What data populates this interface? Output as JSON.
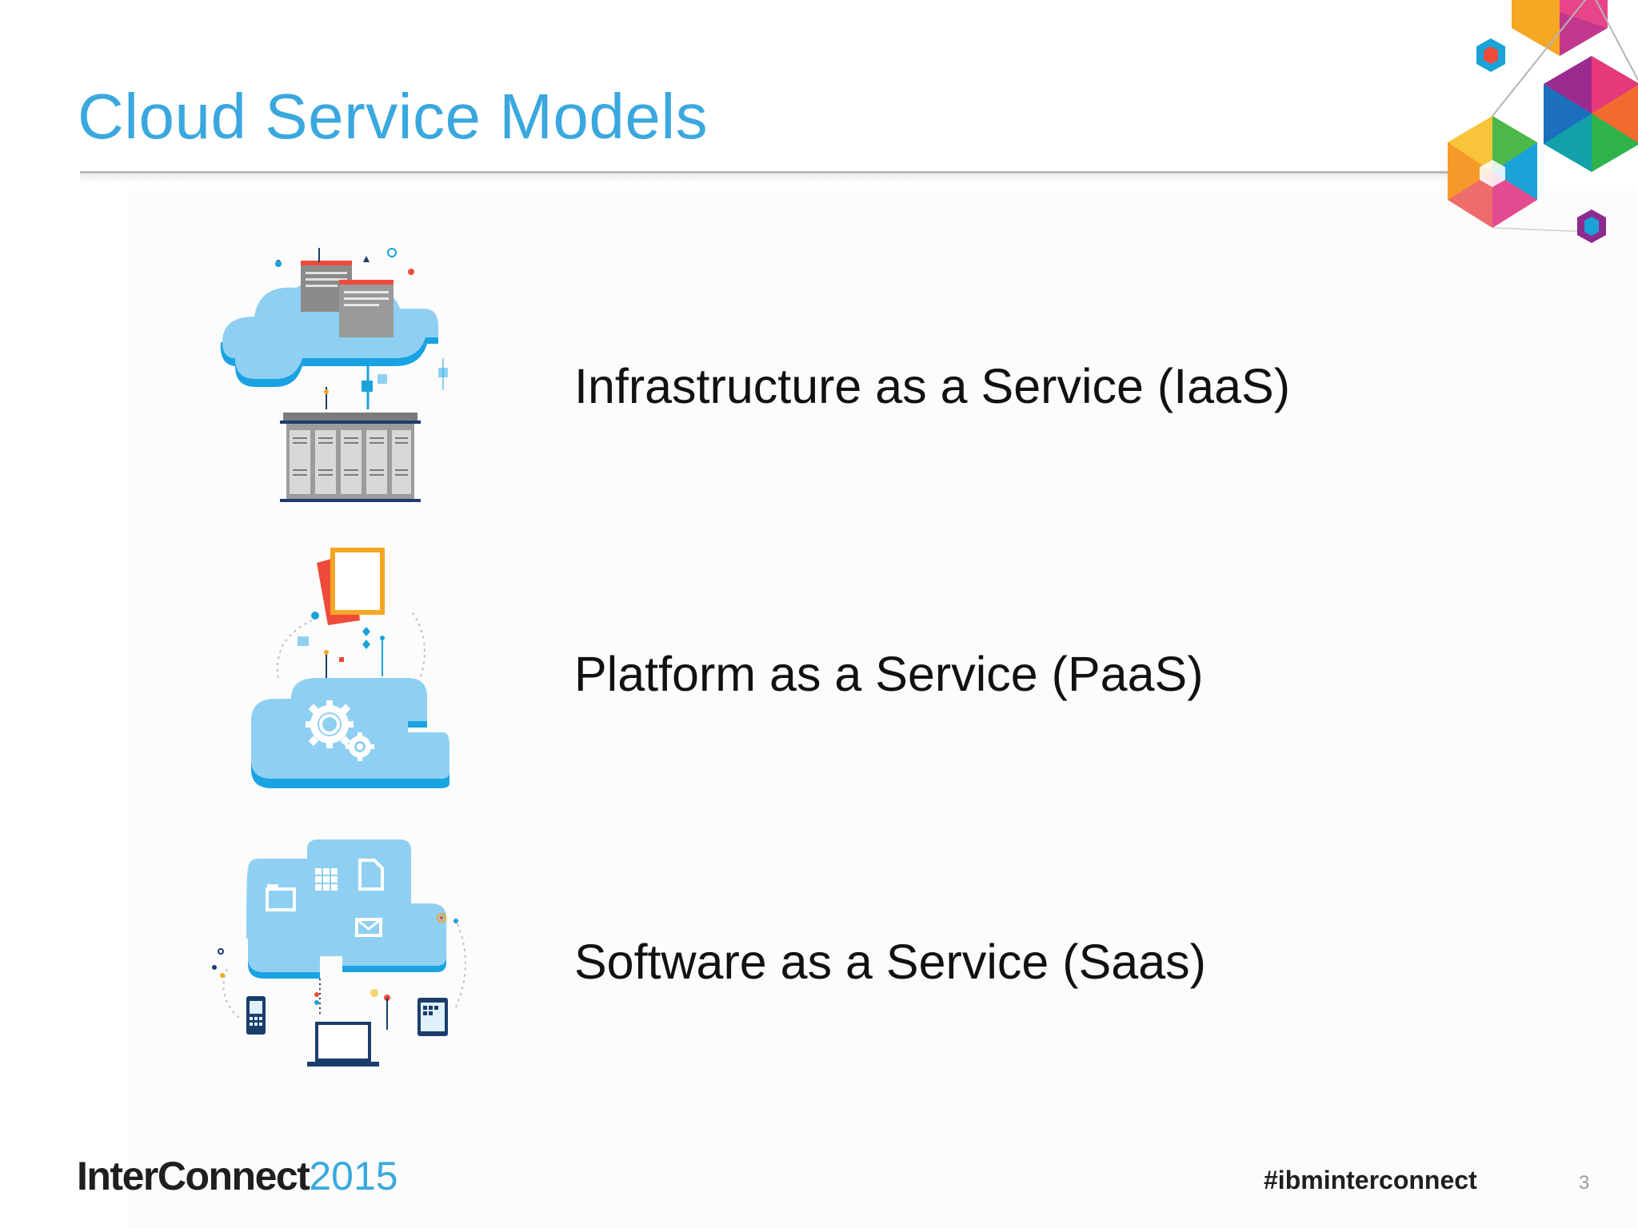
{
  "slide": {
    "title": "Cloud Service Models",
    "models": [
      {
        "label": "Infrastructure as a Service (IaaS)",
        "icon": "cloud-servers-icon"
      },
      {
        "label": "Platform as a Service (PaaS)",
        "icon": "cloud-gears-icon"
      },
      {
        "label": "Software as a Service (Saas)",
        "icon": "cloud-apps-devices-icon"
      }
    ],
    "footer": {
      "brand_text": "InterConnect",
      "brand_year": "2015",
      "hashtag": "#ibminterconnect",
      "page_number": "3"
    }
  },
  "colors": {
    "title": "#3aa8de",
    "cloud": "#8fd0f2",
    "cloud_dark": "#1aa3e3",
    "text": "#111111"
  }
}
